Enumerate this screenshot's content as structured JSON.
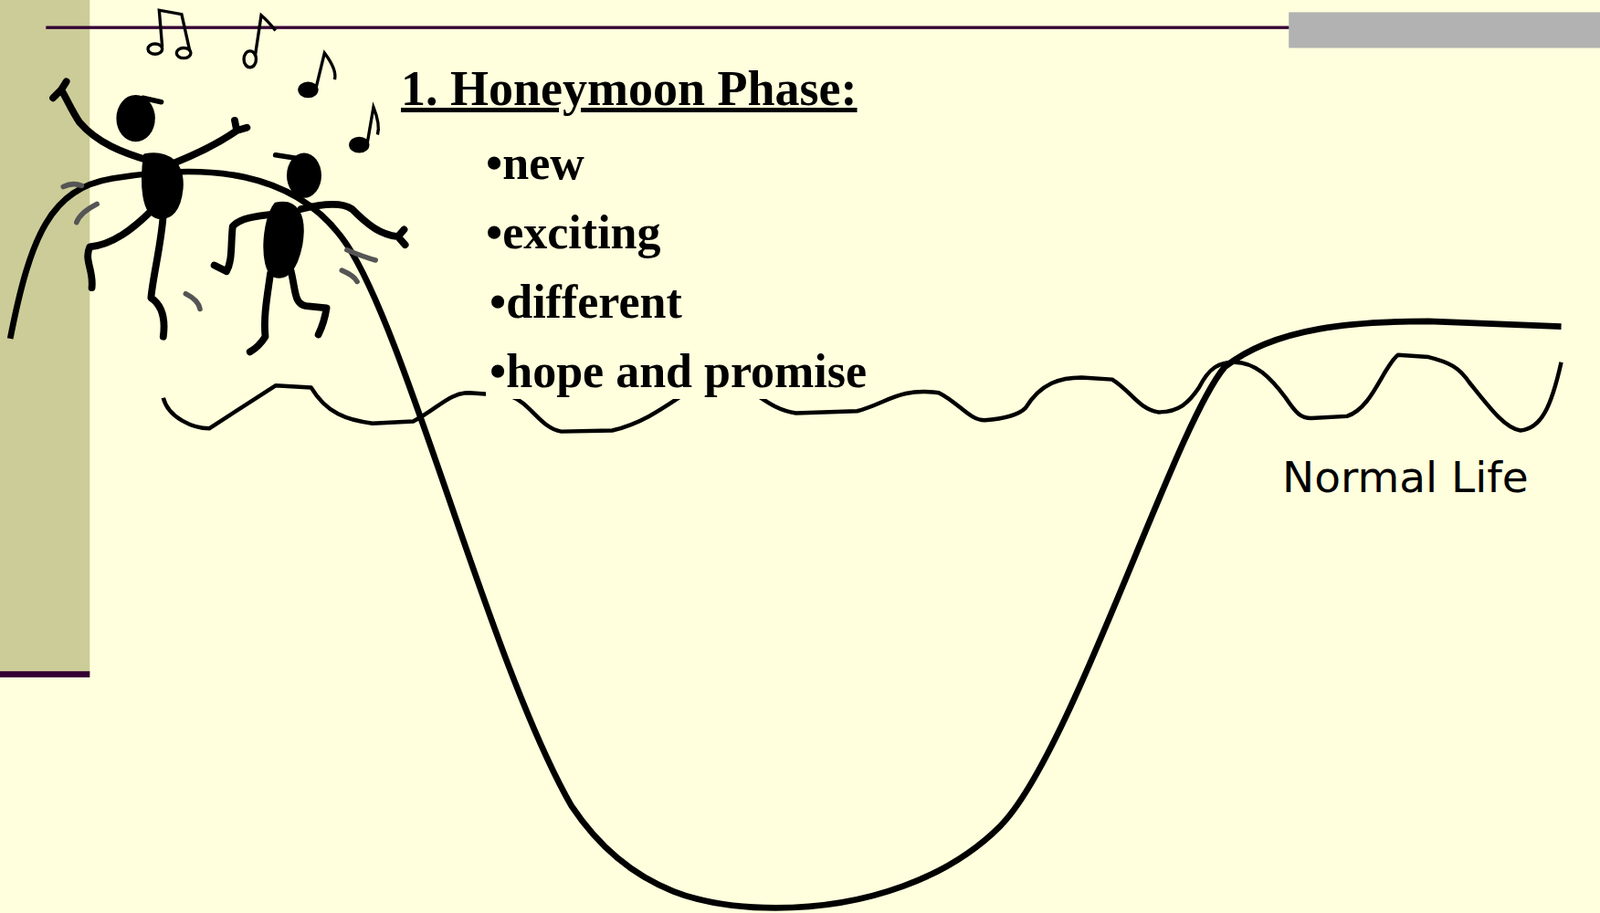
{
  "diagram": {
    "title": "1. Honeymoon Phase:",
    "labels": [
      "•new",
      "•exciting",
      "•different",
      "•hope and promise",
      "Normal Life"
    ]
  }
}
